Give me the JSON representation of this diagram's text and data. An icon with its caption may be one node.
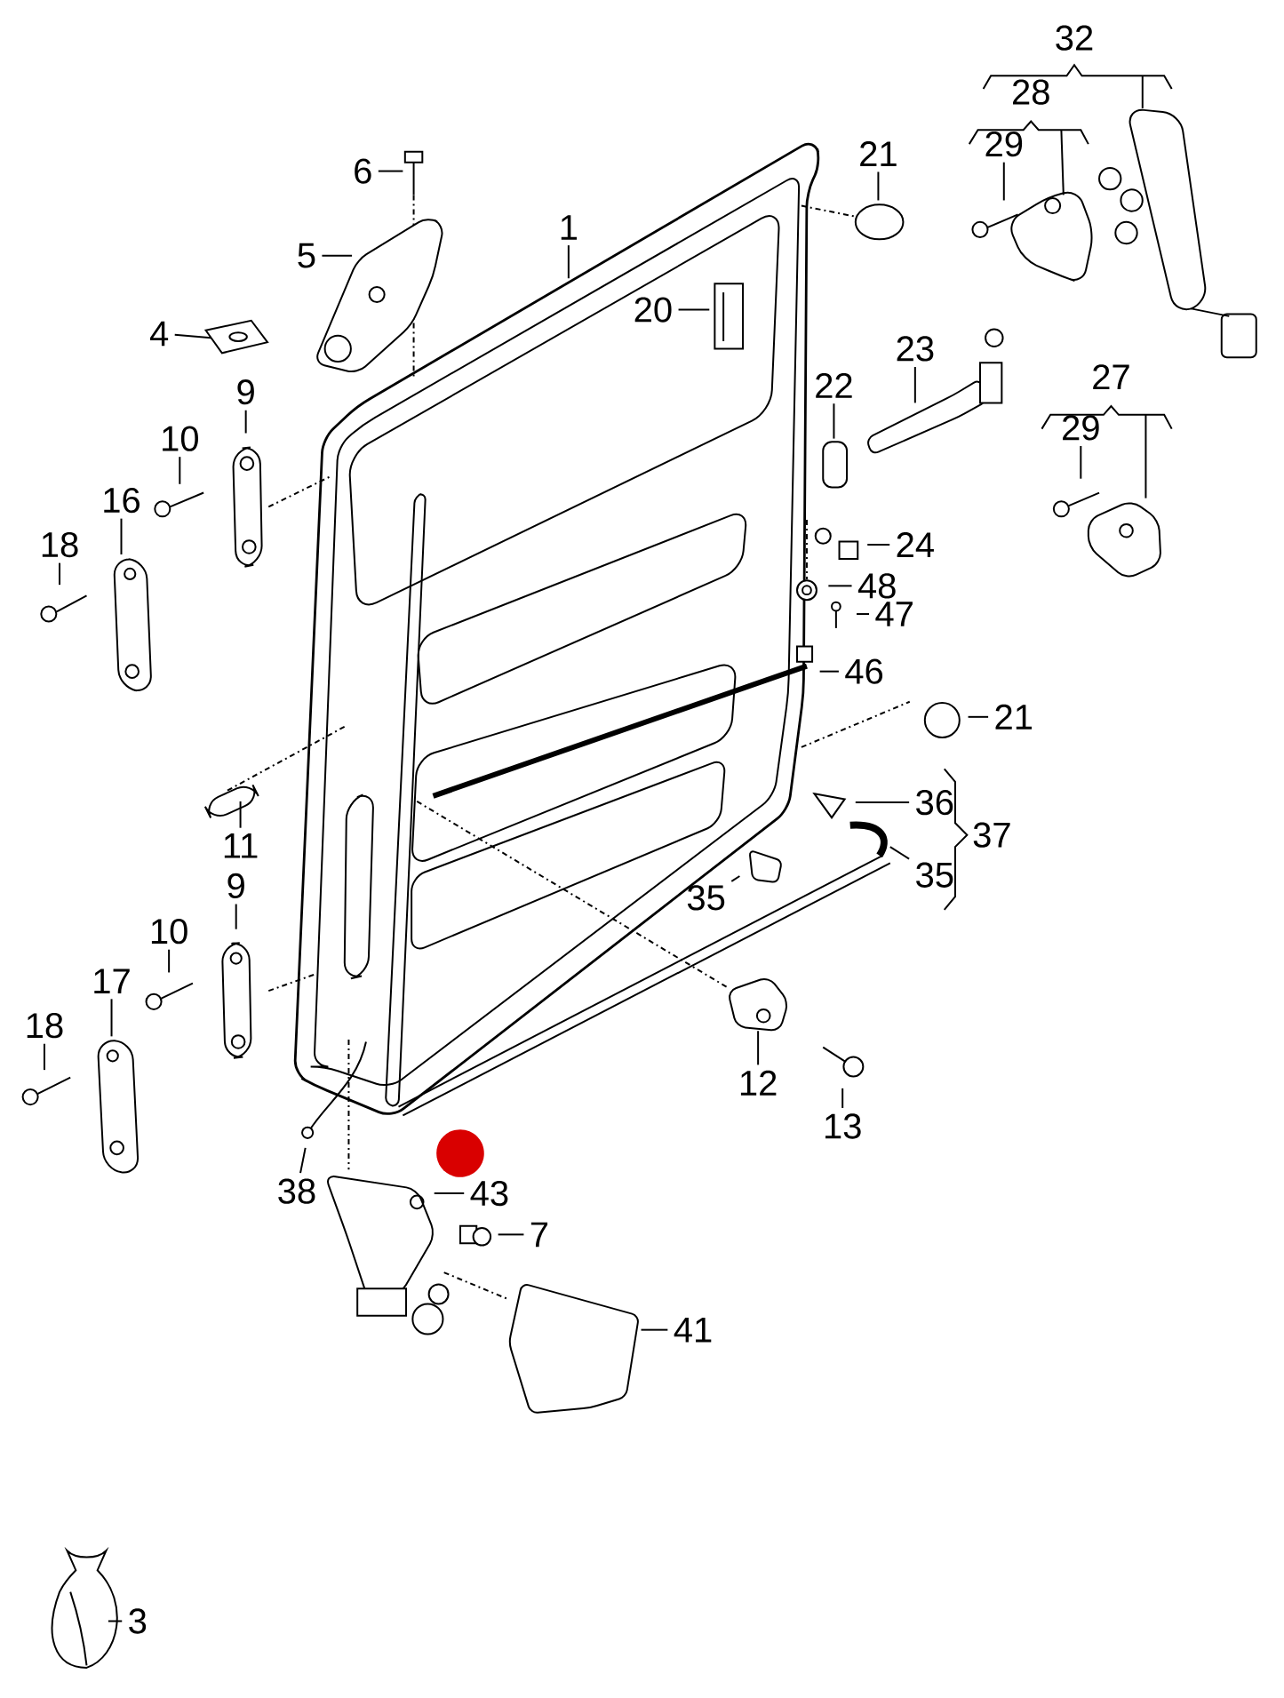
{
  "diagram": {
    "nodes": [
      {
        "text": [
          "29"
        ]
      },
      {
        "text": [
          "21"
        ]
      },
      {
        "text": [
          "6"
        ]
      },
      {
        "text": [
          "1"
        ]
      },
      {
        "text": [
          "5"
        ]
      },
      {
        "text": [
          "20"
        ]
      },
      {
        "text": [
          "4"
        ]
      },
      {
        "text": [
          "23"
        ]
      },
      {
        "text": [
          "22"
        ]
      },
      {
        "text": [
          "9"
        ]
      },
      {
        "text": [
          "29"
        ]
      },
      {
        "text": [
          "10"
        ]
      },
      {
        "text": [
          "16"
        ]
      },
      {
        "text": [
          "18"
        ]
      },
      {
        "text": [
          "24"
        ]
      },
      {
        "text": [
          "48"
        ]
      },
      {
        "text": [
          "47"
        ]
      },
      {
        "text": [
          "46"
        ]
      },
      {
        "text": [
          "21"
        ]
      },
      {
        "text": [
          "36"
        ]
      },
      {
        "text": [
          "11"
        ]
      },
      {
        "text": [
          "35"
        ]
      },
      {
        "text": [
          "9"
        ]
      },
      {
        "text": [
          "35"
        ]
      },
      {
        "text": [
          "10"
        ]
      },
      {
        "text": [
          "17"
        ]
      },
      {
        "text": [
          "18"
        ]
      },
      {
        "text": [
          "12"
        ]
      },
      {
        "text": [
          "13"
        ]
      },
      {
        "text": [
          "38"
        ]
      },
      {
        "text": [
          "43"
        ]
      },
      {
        "text": [
          "7"
        ]
      },
      {
        "text": [
          "41"
        ]
      },
      {
        "text": [
          "3"
        ]
      }
    ],
    "edges": [
      {
        "from": 0,
        "to": null,
        "arrow": "none"
      },
      {
        "from": 1,
        "to": null,
        "arrow": "none"
      },
      {
        "from": 2,
        "to": null,
        "arrow": "none"
      },
      {
        "from": 3,
        "to": null,
        "arrow": "none"
      },
      {
        "from": 4,
        "to": null,
        "arrow": "none"
      },
      {
        "from": 5,
        "to": null,
        "arrow": "none"
      },
      {
        "from": 6,
        "to": null,
        "arrow": "none"
      },
      {
        "from": 7,
        "to": null,
        "arrow": "none"
      },
      {
        "from": 8,
        "to": null,
        "arrow": "none"
      },
      {
        "from": 9,
        "to": null,
        "arrow": "none"
      },
      {
        "from": 10,
        "to": null,
        "arrow": "none"
      },
      {
        "from": 11,
        "to": null,
        "arrow": "none"
      },
      {
        "from": 12,
        "to": null,
        "arrow": "none"
      },
      {
        "from": 13,
        "to": null,
        "arrow": "none"
      },
      {
        "from": 14,
        "to": null,
        "arrow": "none"
      },
      {
        "from": 15,
        "to": null,
        "arrow": "none"
      },
      {
        "from": 16,
        "to": null,
        "arrow": "none"
      },
      {
        "from": 17,
        "to": null,
        "arrow": "none"
      },
      {
        "from": 18,
        "to": null,
        "arrow": "none"
      },
      {
        "from": 19,
        "to": null,
        "arrow": "none"
      },
      {
        "from": 20,
        "to": null,
        "arrow": "none"
      },
      {
        "from": 21,
        "to": null,
        "arrow": "none"
      },
      {
        "from": 22,
        "to": null,
        "arrow": "none"
      },
      {
        "from": 23,
        "to": null,
        "arrow": "none"
      },
      {
        "from": 24,
        "to": null,
        "arrow": "none"
      },
      {
        "from": 25,
        "to": null,
        "arrow": "none"
      },
      {
        "from": 26,
        "to": null,
        "arrow": "none"
      },
      {
        "from": 27,
        "to": null,
        "arrow": "none"
      },
      {
        "from": 28,
        "to": null,
        "arrow": "none"
      },
      {
        "from": 29,
        "to": null,
        "arrow": "none"
      },
      {
        "from": 30,
        "to": null,
        "arrow": "none"
      },
      {
        "from": 31,
        "to": null,
        "arrow": "none"
      },
      {
        "from": 32,
        "to": null,
        "arrow": "none"
      },
      {
        "from": 33,
        "to": null,
        "arrow": "none"
      }
    ],
    "labels": [
      "32",
      "28",
      "27",
      "37"
    ]
  }
}
